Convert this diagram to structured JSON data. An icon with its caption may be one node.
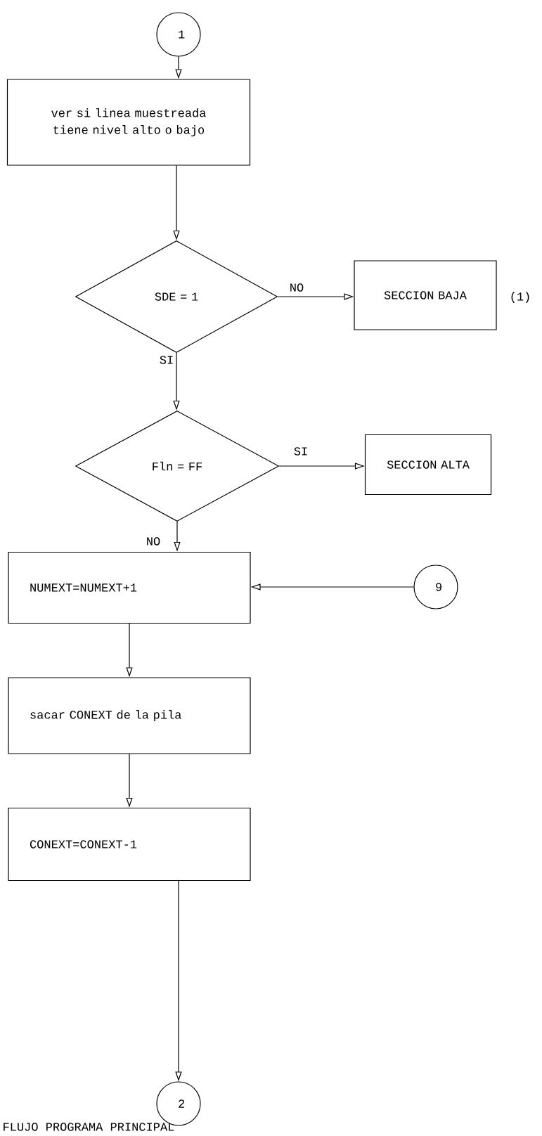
{
  "diagram": {
    "caption": "FLUJO PROGRAMA PRINCIPAL",
    "nodes": [
      {
        "text": [
          "1"
        ]
      },
      {
        "text": [
          "ver si linea muestreada tiene nivel alto o bajo"
        ]
      },
      {
        "text": [
          "SDE = 1"
        ]
      },
      {
        "text": [
          "SECCION BAJA"
        ],
        "beside": [
          "(1)"
        ]
      },
      {
        "text": [
          "Fln = FF"
        ]
      },
      {
        "text": [
          "SECCION ALTA"
        ]
      },
      {
        "text": [
          "NUMEXT=NUMEXT+1"
        ]
      },
      {
        "text": [
          "9"
        ]
      },
      {
        "text": [
          "sacar CONEXT de la pila"
        ]
      },
      {
        "text": [
          "CONEXT=CONEXT-1"
        ]
      },
      {
        "text": [
          "2"
        ]
      }
    ],
    "edges": [
      {
        "from": 0,
        "to": 1,
        "arrow": "to"
      },
      {
        "from": 1,
        "to": 2,
        "arrow": "to"
      },
      {
        "from": 2,
        "to": 3,
        "arrow": "to",
        "label": "NO"
      },
      {
        "from": 2,
        "to": 4,
        "arrow": "to",
        "label": "SI"
      },
      {
        "from": 4,
        "to": 5,
        "arrow": "to",
        "label": "SI"
      },
      {
        "from": 4,
        "to": 6,
        "arrow": "to",
        "label": "NO"
      },
      {
        "from": 7,
        "to": 6,
        "arrow": "to"
      },
      {
        "from": 6,
        "to": 8,
        "arrow": "to"
      },
      {
        "from": 8,
        "to": 9,
        "arrow": "to"
      },
      {
        "from": 9,
        "to": 10,
        "arrow": "to"
      }
    ]
  }
}
